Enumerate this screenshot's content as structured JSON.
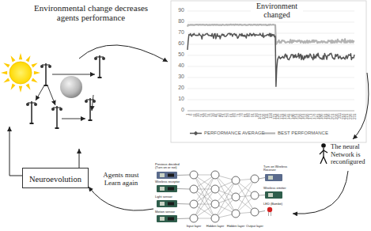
{
  "diagram": {
    "nodes": [
      {
        "text": [
          "Neuroevolution"
        ]
      }
    ],
    "labels": [
      "Environmental change decreases agents performance",
      "Environment changed",
      "0",
      "10",
      "20",
      "30",
      "40",
      "50",
      "60",
      "70",
      "80",
      "90",
      "1",
      "6",
      "11",
      "16",
      "21",
      "26",
      "31",
      "36",
      "41",
      "46",
      "51",
      "56",
      "61",
      "66",
      "71",
      "76",
      "81",
      "86",
      "91",
      "96",
      "101",
      "106",
      "111",
      "116",
      "121",
      "126",
      "131",
      "136",
      "141",
      "146",
      "151",
      "156",
      "161",
      "166",
      "171",
      "176",
      "181",
      "186",
      "191",
      "196",
      "201",
      "206",
      "211",
      "216",
      "221",
      "226",
      "231",
      "The neural Network is reconfigured",
      "Agents must Learn again",
      "Previous decided (Turn on or not)",
      "Wireless receptor",
      "Light sensor",
      "Motion sensor",
      "Input layer",
      "Hidden layer",
      "Hidden layer",
      "Output layer",
      "Turn on Wireless Receiver",
      "Wireless emitter",
      "LED (Bombit)"
    ],
    "legend": [
      {
        "text": "PERFORMANCE AVERAGE"
      },
      {
        "text": "BEST PERFORMANCE"
      }
    ]
  }
}
